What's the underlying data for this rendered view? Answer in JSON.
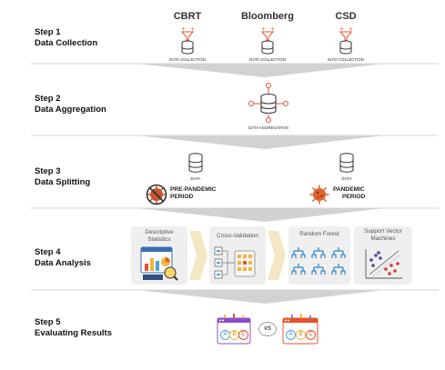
{
  "colors": {
    "accent": "#e8512d",
    "divider": "#c8c8c8",
    "band": "#d4d4d4",
    "chevron_fill": "#f3e7c4",
    "card_fill": "#efefef"
  },
  "steps": [
    {
      "label": "Step 1",
      "title": "Data Collection"
    },
    {
      "label": "Step 2",
      "title": "Data Aggregation"
    },
    {
      "label": "Step 3",
      "title": "Data Splitting"
    },
    {
      "label": "Step 4",
      "title": "Data Analysis"
    },
    {
      "label": "Step 5",
      "title": "Evaluating Results"
    }
  ],
  "step1": {
    "sources": [
      {
        "name": "CBRT",
        "caption": "DATA COLLECTION"
      },
      {
        "name": "Bloomberg",
        "caption": "DATA COLLECTION"
      },
      {
        "name": "CSD",
        "caption": "DATA COLLECTION"
      }
    ]
  },
  "step2": {
    "caption": "DATA AGGREGATION"
  },
  "step3": {
    "left": {
      "caption": "DATA",
      "period_line1": "PRE-PANDEMIC",
      "period_line2": "PERIOD"
    },
    "right": {
      "caption": "DATA",
      "period_line1": "PANDEMIC",
      "period_line2": "PERIOD"
    }
  },
  "step4": {
    "methods": [
      {
        "line1": "Descriptive",
        "line2": "Statistics"
      },
      {
        "line1": "Cross-Validation",
        "line2": ""
      },
      {
        "line1": "Random Forest",
        "line2": ""
      },
      {
        "line1": "Support Vector",
        "line2": "Machines"
      }
    ]
  },
  "step5": {
    "vs_label": "VS",
    "left_letters": [
      "A",
      "B",
      "C"
    ],
    "right_letters": [
      "A",
      "B",
      "C"
    ]
  },
  "icons": {
    "database": "database-icon",
    "funnel": "funnel-icon",
    "virus": "virus-icon",
    "chart": "chart-icon",
    "tree": "decision-tree-icon",
    "scatter": "scatter-plot-icon"
  }
}
